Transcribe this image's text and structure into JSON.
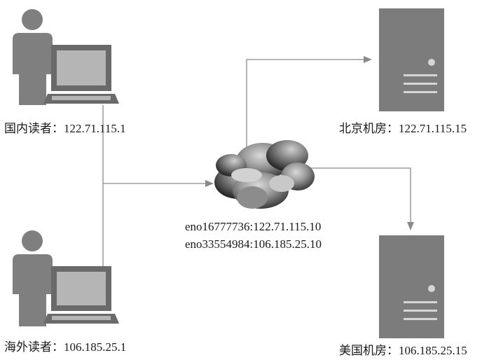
{
  "nodes": {
    "domestic_reader": {
      "label": "国内读者：122.71.115.1"
    },
    "overseas_reader": {
      "label": "海外读者：106.185.25.1"
    },
    "beijing_room": {
      "label": "北京机房：122.71.115.15"
    },
    "us_room": {
      "label": "美国机房：106.185.25.15"
    },
    "cloud": {
      "interface_1": "eno16777736:122.71.115.10",
      "interface_2": "eno33554984:106.185.25.10"
    }
  },
  "colors": {
    "person": "#7f7f7f",
    "laptop_frame": "#6a6a6a",
    "laptop_screen": "#b5b5b5",
    "server_body": "#7c7c7c",
    "server_accent": "#d6d6d6",
    "connector": "#8a8a8a",
    "cloud_dark": "#3a3a3a",
    "cloud_light": "#bdbdbd"
  }
}
